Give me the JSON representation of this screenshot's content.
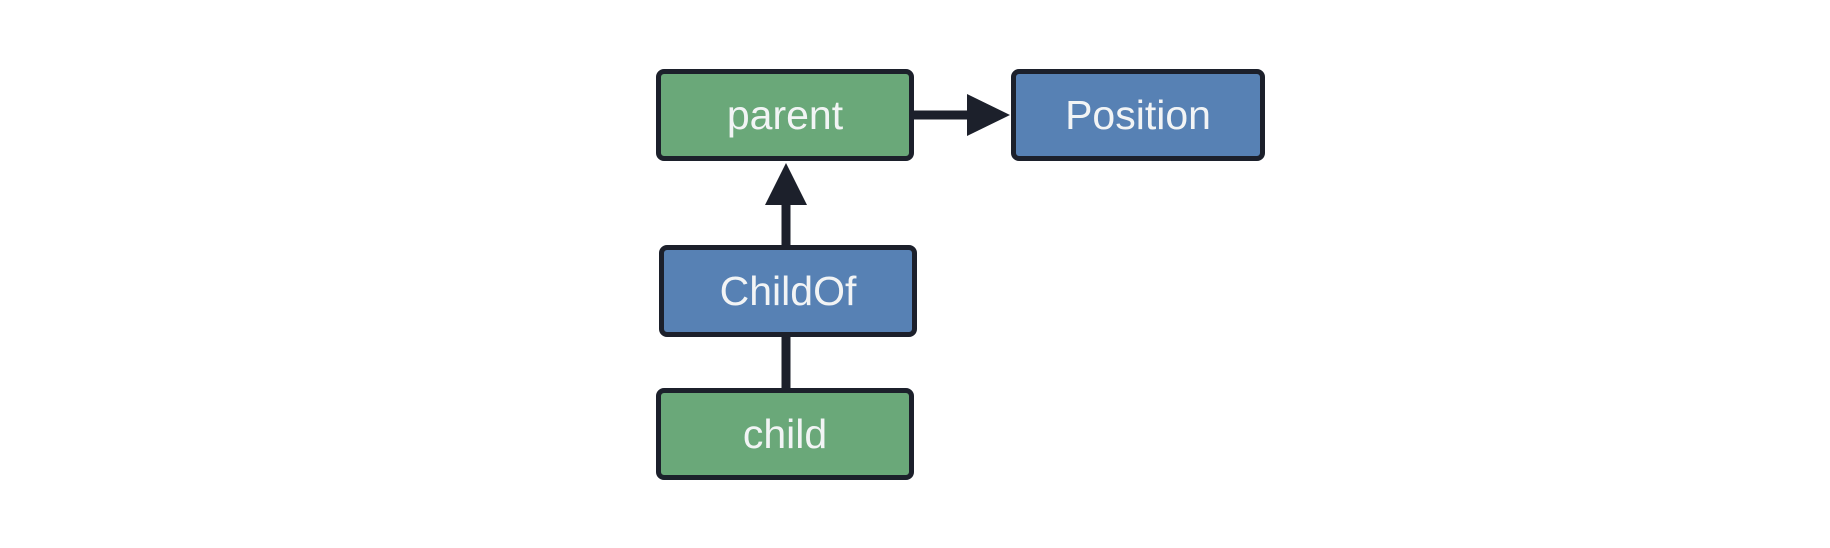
{
  "diagram": {
    "nodes": [
      {
        "id": "parent",
        "label": "parent",
        "color": "#6aa879"
      },
      {
        "id": "position",
        "label": "Position",
        "color": "#5781b4"
      },
      {
        "id": "childof",
        "label": "ChildOf",
        "color": "#5781b4"
      },
      {
        "id": "child",
        "label": "child",
        "color": "#6aa879"
      }
    ],
    "edges": [
      {
        "from": "parent",
        "to": "position",
        "type": "arrow",
        "direction": "right"
      },
      {
        "from": "childof",
        "to": "parent",
        "type": "arrow",
        "direction": "up"
      },
      {
        "from": "child",
        "to": "childof",
        "type": "line",
        "direction": "up"
      }
    ]
  },
  "colors": {
    "entity_green": "#6aa879",
    "component_blue": "#5781b4",
    "line_dark": "#1c202b",
    "text_light": "#f2f4f5",
    "canvas_background": "#ffffff"
  }
}
